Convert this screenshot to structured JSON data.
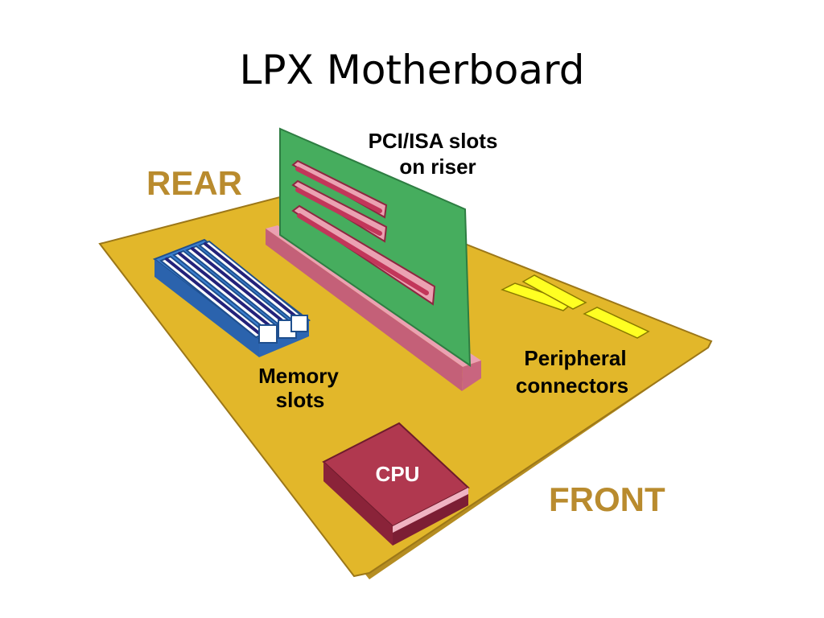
{
  "title": "LPX Motherboard",
  "labels": {
    "rear": "REAR",
    "front": "FRONT",
    "riser_line1": "PCI/ISA slots",
    "riser_line2": "on riser",
    "memory_line1": "Memory",
    "memory_line2": "slots",
    "peripheral_line1": "Peripheral",
    "peripheral_line2": "connectors",
    "cpu": "CPU"
  },
  "colors": {
    "board": "#e2b72a",
    "riser": "#46ad5e",
    "slot": "#c2365a",
    "memory": "#3b7fd0",
    "cpu": "#b0384f",
    "peripheral": "#ffff22",
    "orientation_label": "#b98b2e"
  }
}
